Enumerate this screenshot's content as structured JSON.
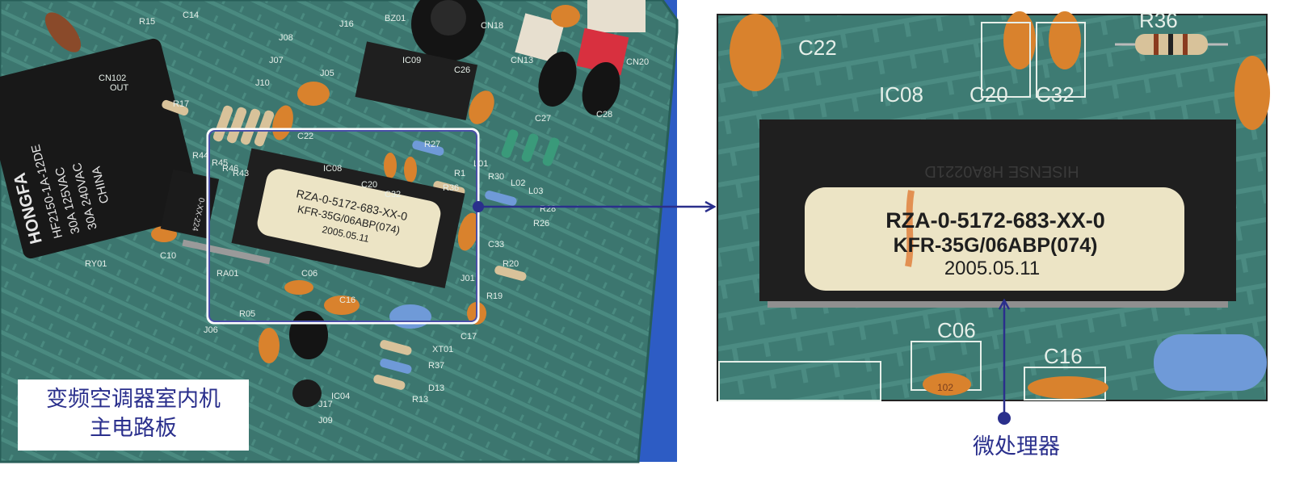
{
  "scene": {
    "label_line1": "变频空调器室内机",
    "label_line2": "主电路板",
    "caption": "微处理器"
  },
  "left_board": {
    "chip_line1": "RZA-0-5172-683-XX-0",
    "chip_line2": "KFR-35G/06ABP(074)",
    "chip_line3": "2005.05.11",
    "relay_brand": "HONGFA",
    "relay_model": "HF2150-1A-12DE",
    "relay_rating1": "30A 125VAC",
    "relay_rating2": "30A 240VAC",
    "relay_origin": "CHINA",
    "components": [
      "R15",
      "C14",
      "J16",
      "BZ01",
      "IC09",
      "CN18",
      "CN13",
      "CN20",
      "C26",
      "C27",
      "C28",
      "CN102",
      "OUT",
      "J08",
      "J07",
      "J05",
      "J10",
      "R17",
      "R44",
      "R45",
      "R46",
      "R43",
      "C22",
      "IC08",
      "C20",
      "C32",
      "R27",
      "R1",
      "R36",
      "R30",
      "L02",
      "L03",
      "R28",
      "R26",
      "C33",
      "RA01",
      "C06",
      "C10",
      "RY01",
      "R20",
      "J01",
      "R19",
      "C17",
      "R05",
      "C16",
      "XT01",
      "R37",
      "D13",
      "R13",
      "IC04",
      "J17",
      "J09",
      "J06",
      "L01"
    ]
  },
  "right_zoom": {
    "chip_line1": "RZA-0-5172-683-XX-0",
    "chip_line2": "KFR-35G/06ABP(074)",
    "chip_line3": "2005.05.11",
    "ghost_text": "HISENSE H8A0221D",
    "components": [
      "C22",
      "R36",
      "C20",
      "C32",
      "IC08",
      "C06",
      "C16",
      "102"
    ]
  },
  "colors": {
    "accent": "#2a2f8c",
    "pcb": "#3f7a73",
    "backdrop": "#2d5cc4",
    "capacitor": "#d9822d",
    "chip": "#1f1f1f",
    "label": "#ece4c5"
  }
}
